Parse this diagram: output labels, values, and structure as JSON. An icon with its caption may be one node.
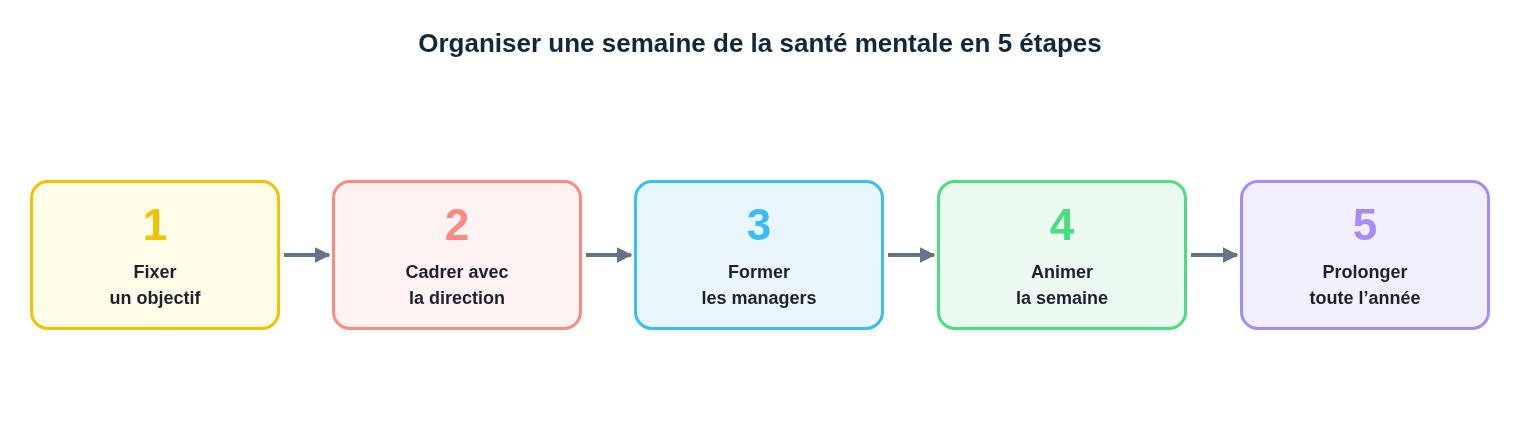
{
  "diagram": {
    "title": "Organiser une semaine de la santé mentale en 5 étapes",
    "nodes": [
      {
        "text": [
          "1",
          "Fixer un objectif"
        ]
      },
      {
        "text": [
          "2",
          "Cadrer avec la direction"
        ]
      },
      {
        "text": [
          "3",
          "Former les managers"
        ]
      },
      {
        "text": [
          "4",
          "Animer la semaine"
        ]
      },
      {
        "text": [
          "5",
          "Prolonger toute l’année"
        ]
      }
    ],
    "edges": [
      {
        "from": 0,
        "to": 1,
        "arrow": "to"
      },
      {
        "from": 1,
        "to": 2,
        "arrow": "to"
      },
      {
        "from": 2,
        "to": 3,
        "arrow": "to"
      },
      {
        "from": 3,
        "to": 4,
        "arrow": "to"
      }
    ]
  }
}
